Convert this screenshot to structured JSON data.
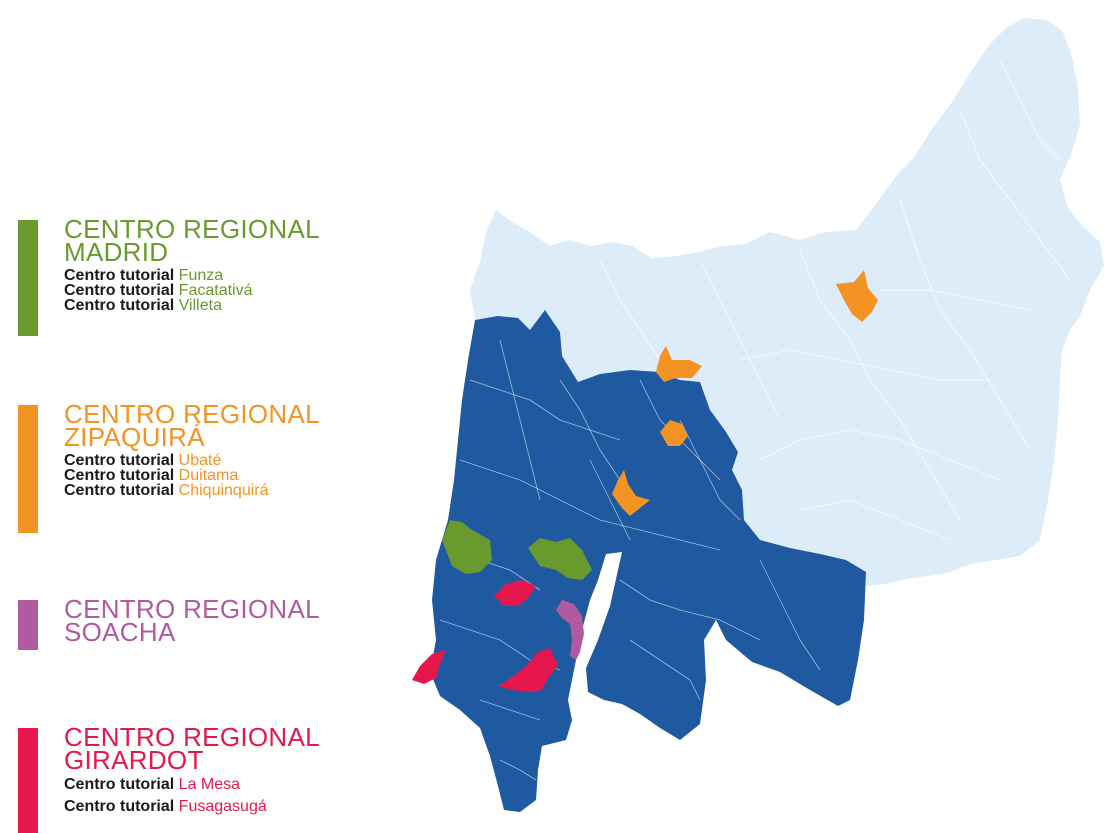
{
  "colors": {
    "madrid": "#6a9a2e",
    "zipaquira": "#f39324",
    "soacha": "#b05aa0",
    "girardot": "#e5174d",
    "coverage": "#1f5aa0",
    "other_region": "#dcecf8",
    "border_line": "#ffffff"
  },
  "legend": [
    {
      "key": "madrid",
      "title_line1": "CENTRO REGIONAL",
      "title_line2": "MADRID",
      "items": [
        {
          "prefix": "Centro tutorial",
          "city": "Funza"
        },
        {
          "prefix": "Centro tutorial",
          "city": "Facatativá"
        },
        {
          "prefix": "Centro tutorial",
          "city": "Villeta"
        }
      ]
    },
    {
      "key": "zipaquira",
      "title_line1": "CENTRO REGIONAL",
      "title_line2": "ZIPAQUIRÁ",
      "items": [
        {
          "prefix": "Centro tutorial",
          "city": "Ubaté"
        },
        {
          "prefix": "Centro tutorial",
          "city": "Duitama"
        },
        {
          "prefix": "Centro tutorial",
          "city": "Chiquinquirá"
        }
      ]
    },
    {
      "key": "soacha",
      "title_line1": "CENTRO REGIONAL",
      "title_line2": "SOACHA",
      "items": []
    },
    {
      "key": "girardot",
      "title_line1": "CENTRO REGIONAL",
      "title_line2": "GIRARDOT",
      "items": [
        {
          "prefix": "Centro tutorial",
          "city": "La Mesa"
        },
        {
          "prefix": "Centro tutorial",
          "city": "Fusagasugá"
        }
      ]
    }
  ]
}
